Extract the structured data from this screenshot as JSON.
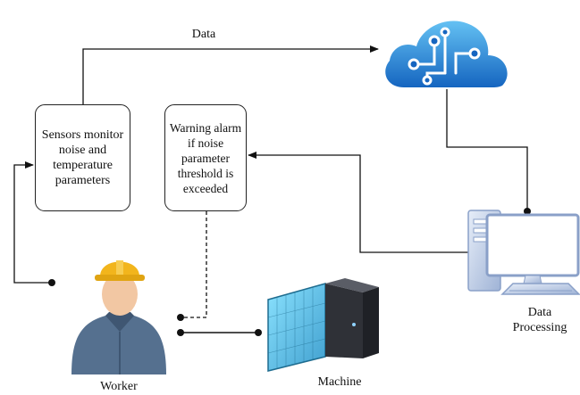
{
  "labels": {
    "data_flow": "Data",
    "sensors_box": "Sensors monitor noise and temperature parameters",
    "warning_box": "Warning alarm if noise parameter threshold is exceeded",
    "data_processing": "Data Processing",
    "worker": "Worker",
    "machine": "Machine"
  },
  "icons": {
    "cloud": "cloud-circuit-icon",
    "computer": "desktop-computer-icon",
    "worker": "worker-hardhat-icon",
    "machine": "industrial-machine-icon"
  },
  "colors": {
    "cloud_light": "#5fb6f0",
    "cloud_dark": "#1664b8",
    "computer": "#b8c7e0",
    "hardhat": "#f2b51c",
    "shirt": "#55708f",
    "machine_glass": "#4fc4ea",
    "machine_body": "#2f3137"
  }
}
